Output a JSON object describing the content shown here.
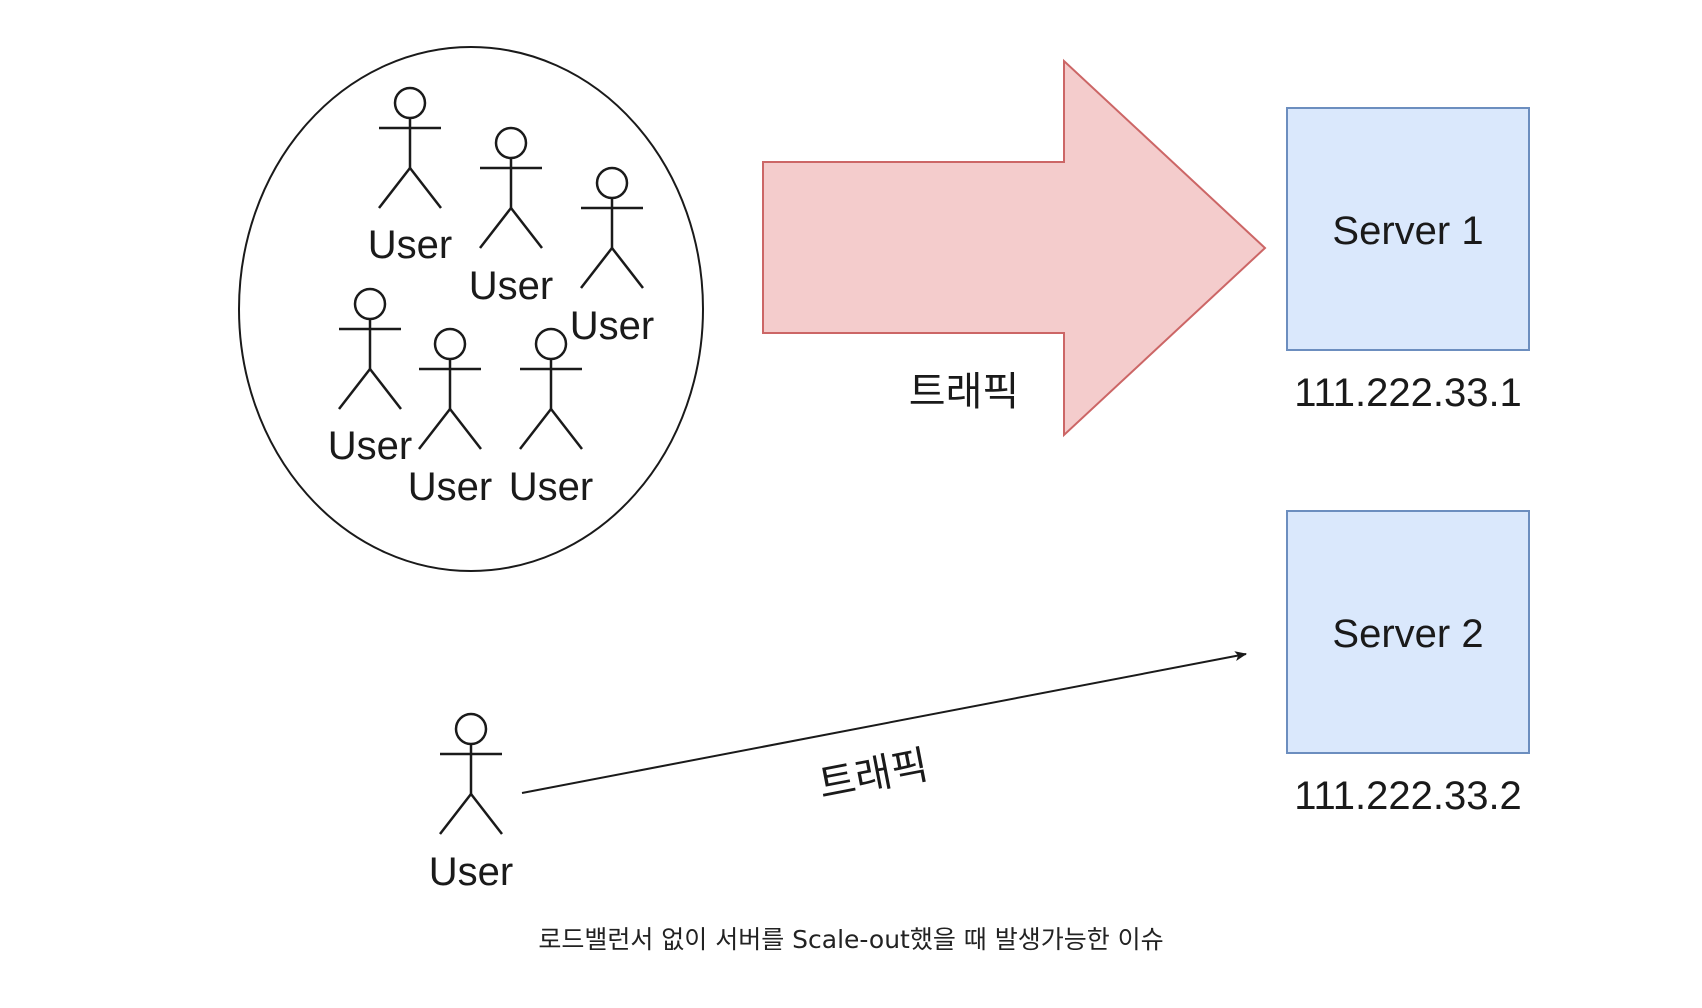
{
  "users_group": {
    "labels": [
      "User",
      "User",
      "User",
      "User",
      "User",
      "User"
    ]
  },
  "lone_user": {
    "label": "User"
  },
  "big_traffic": {
    "label": "트래픽"
  },
  "small_traffic": {
    "label": "트래픽"
  },
  "servers": [
    {
      "name": "Server 1",
      "ip": "111.222.33.1"
    },
    {
      "name": "Server 2",
      "ip": "111.222.33.2"
    }
  ],
  "caption": "로드밸런서 없이 서버를 Scale-out했을 때 발생가능한 이슈",
  "colors": {
    "server_fill": "#dae8fc",
    "server_stroke": "#6c8ebf",
    "arrow_fill": "#f4cccc",
    "arrow_stroke": "#cc6666",
    "line": "#1a1a1a"
  }
}
